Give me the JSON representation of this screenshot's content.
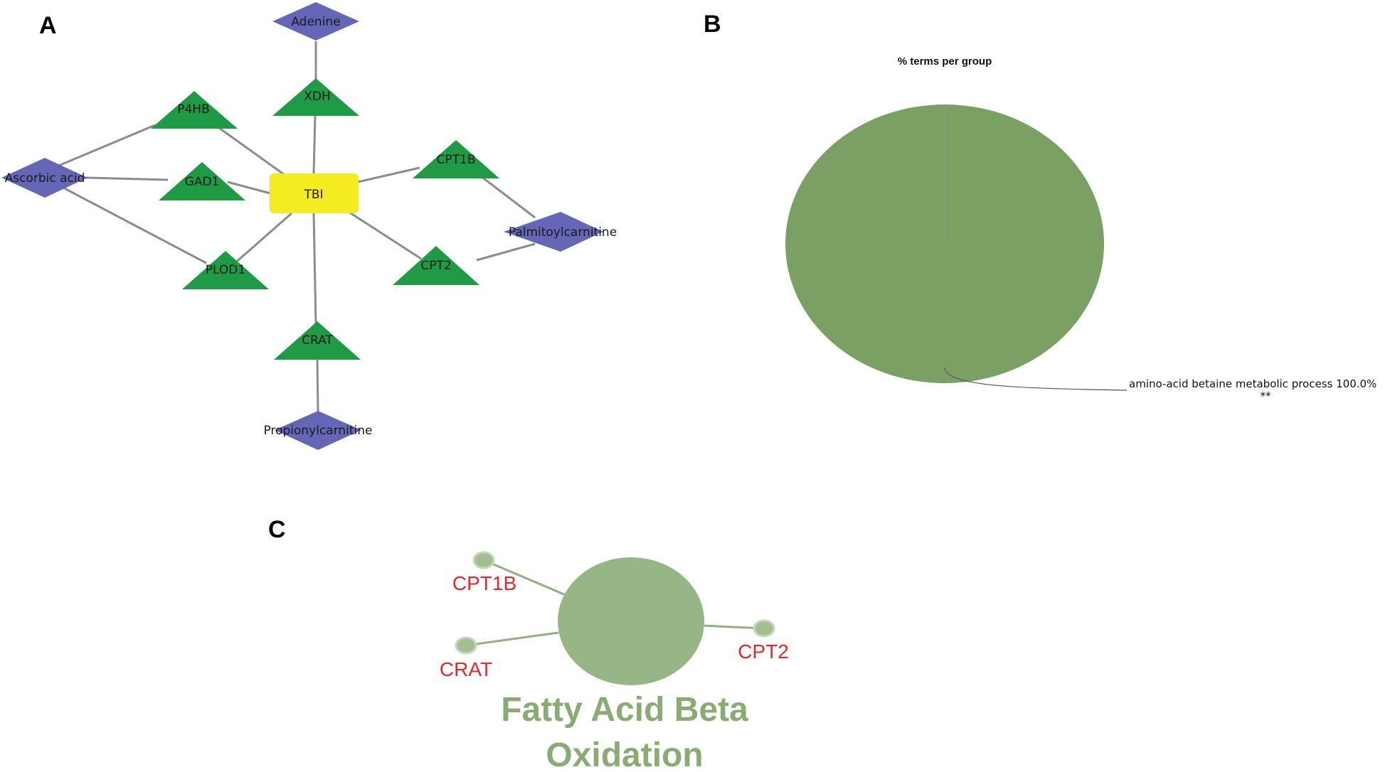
{
  "panels": {
    "a": {
      "letter": "A"
    },
    "b": {
      "letter": "B"
    },
    "c": {
      "letter": "C"
    }
  },
  "network": {
    "center": {
      "label": "TBI"
    },
    "genes": [
      {
        "id": "xdh",
        "label": "XDH"
      },
      {
        "id": "p4hb",
        "label": "P4HB"
      },
      {
        "id": "gad1",
        "label": "GAD1"
      },
      {
        "id": "plod1",
        "label": "PLOD1"
      },
      {
        "id": "cpt1b",
        "label": "CPT1B"
      },
      {
        "id": "cpt2",
        "label": "CPT2"
      },
      {
        "id": "crat",
        "label": "CRAT"
      }
    ],
    "metabolites": [
      {
        "id": "adenine",
        "label": "Adenine"
      },
      {
        "id": "ascorbic",
        "label": "Ascorbic acid"
      },
      {
        "id": "palmitoyl",
        "label": "Palmitoylcarnitine"
      },
      {
        "id": "propionyl",
        "label": "Propionylcarnitine"
      }
    ],
    "colors": {
      "center": "#f4ec1f",
      "gene": "#1f9a45",
      "metabolite": "#6566b8",
      "edge": "#8c8c8c"
    }
  },
  "pie": {
    "title": "% terms per group",
    "slices": [
      {
        "label": "amino-acid betaine metabolic process 100.0%",
        "significance": "**",
        "value": 100.0,
        "color": "#7aa064"
      }
    ]
  },
  "pathway": {
    "label_line1": "Fatty Acid Beta",
    "label_line2": "Oxidation",
    "genes": [
      {
        "id": "cpt1b",
        "label": "CPT1B"
      },
      {
        "id": "crat",
        "label": "CRAT"
      },
      {
        "id": "cpt2",
        "label": "CPT2"
      }
    ],
    "colors": {
      "hub": "#97b686",
      "leaf": "#a3bf92",
      "leaf_stroke": "#c6d8bb",
      "edge": "#93b07f",
      "gene_text": "#e8262b",
      "pathway_text": "#8bab75"
    }
  }
}
